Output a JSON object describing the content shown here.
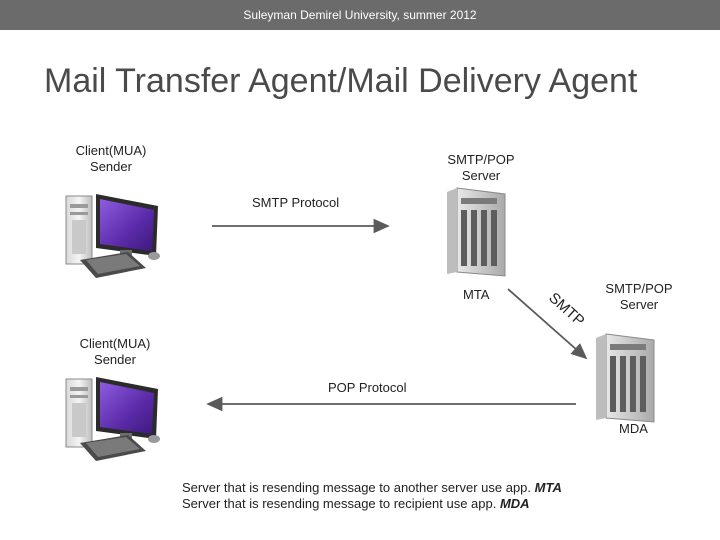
{
  "header": {
    "institution": "Suleyman Demirel University, summer 2012"
  },
  "slide": {
    "title": "Mail Transfer Agent/Mail Delivery Agent"
  },
  "diagram": {
    "client_top": {
      "line1": "Client(MUA)",
      "line2": "Sender"
    },
    "server_top": {
      "line1": "SMTP/POP",
      "line2": "Server"
    },
    "smtp_protocol": "SMTP Protocol",
    "mta": "MTA",
    "smtp_diag": "SMTP",
    "server_right": {
      "line1": "SMTP/POP",
      "line2": "Server"
    },
    "client_bottom": {
      "line1": "Client(MUA)",
      "line2": "Sender"
    },
    "pop_protocol": "POP Protocol",
    "mda": "MDA"
  },
  "notes": [
    {
      "text": "Server that is resending message to another server use app. ",
      "term": "MTA"
    },
    {
      "text": "Server that is resending message to recipient use app. ",
      "term": "MDA"
    }
  ],
  "colors": {
    "topbar": "#6b6b6b",
    "title": "#4a4a4a",
    "arrow": "#5a5a5a",
    "screen": "#6a3fb8"
  }
}
